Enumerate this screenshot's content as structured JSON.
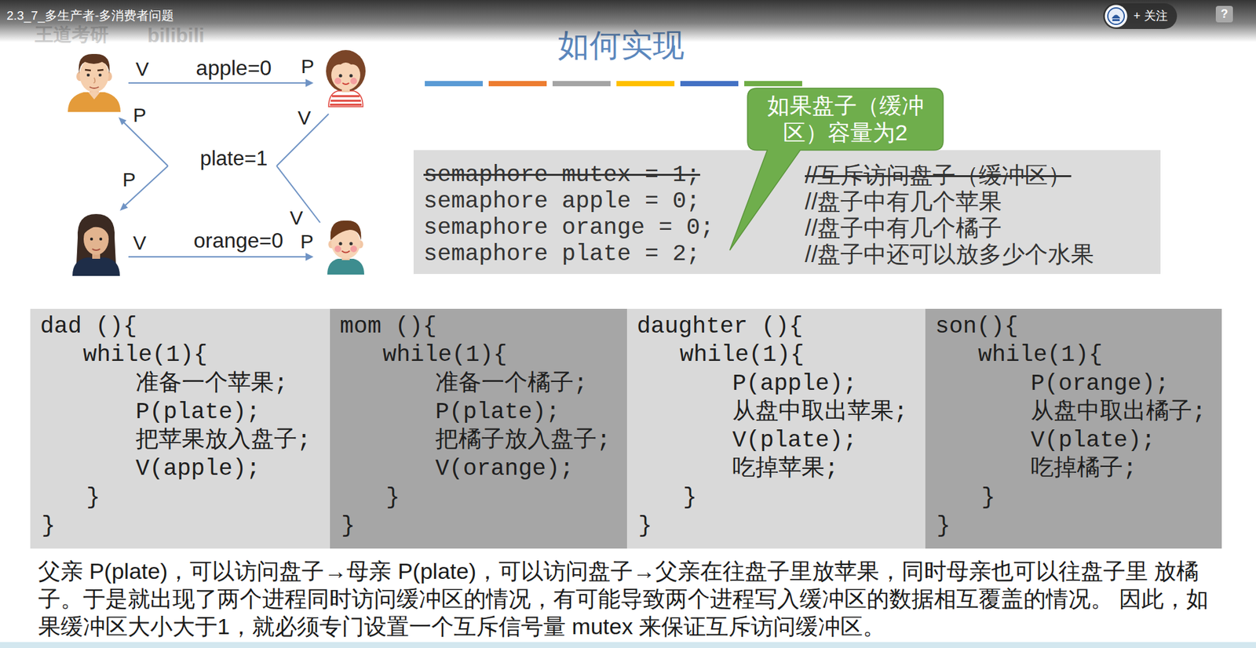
{
  "diagram": {
    "title": "如何实现",
    "caption": "父亲 P(plate)，可以访问盘子→母亲 P(plate)，可以访问盘子→父亲在往盘子里放苹果，同时母亲也可以往盘子里 放橘子。于是就出现了两个进程同时访问缓冲区的情况，有可能导致两个进程写入缓冲区的数据相互覆盖的情况。 因此，如果缓冲区大小大于1，就必须专门设置一个互斥信号量 mutex 来保证互斥访问缓冲区。",
    "nodes": [
      {
        "text": [
          "2.3_7_多生产者-多消费者问题"
        ]
      },
      {
        "text": [
          "+ 关注"
        ]
      },
      {
        "text": [
          "?"
        ]
      },
      {
        "text": [
          "如果盘子（缓冲 区）容量为2"
        ]
      },
      {
        "text": [
          "semaphore mutex = 1;",
          "//互斥访问盘子（缓冲区）",
          "semaphore apple = 0;",
          "//盘子中有几个苹果",
          "semaphore orange = 0;",
          "//盘子中有几个橘子",
          "semaphore plate = 2;",
          "//盘子中还可以放多少个水果"
        ]
      },
      {
        "text": [
          "dad (){",
          "while(1){",
          "准备一个苹果;",
          "P(plate);",
          "把苹果放入盘子;",
          "V(apple);",
          "}",
          "}"
        ]
      },
      {
        "text": [
          "mom (){",
          "while(1){",
          "准备一个橘子;",
          "P(plate);",
          "把橘子放入盘子;",
          "V(orange);",
          "}",
          "}"
        ]
      },
      {
        "text": [
          "daughter (){",
          "while(1){",
          "P(apple);",
          "从盘中取出苹果;",
          "V(plate);",
          "吃掉苹果;",
          "}",
          "}"
        ]
      },
      {
        "text": [
          "son(){",
          "while(1){",
          "P(orange);",
          "从盘中取出橘子;",
          "V(plate);",
          "吃掉橘子;",
          "}",
          "}"
        ]
      }
    ],
    "labels": [
      "王道考研",
      "bilibili",
      "V",
      "apple=0",
      "P",
      "P",
      "V",
      "plate=1",
      "P",
      "V",
      "V",
      "orange=0",
      "P"
    ]
  }
}
